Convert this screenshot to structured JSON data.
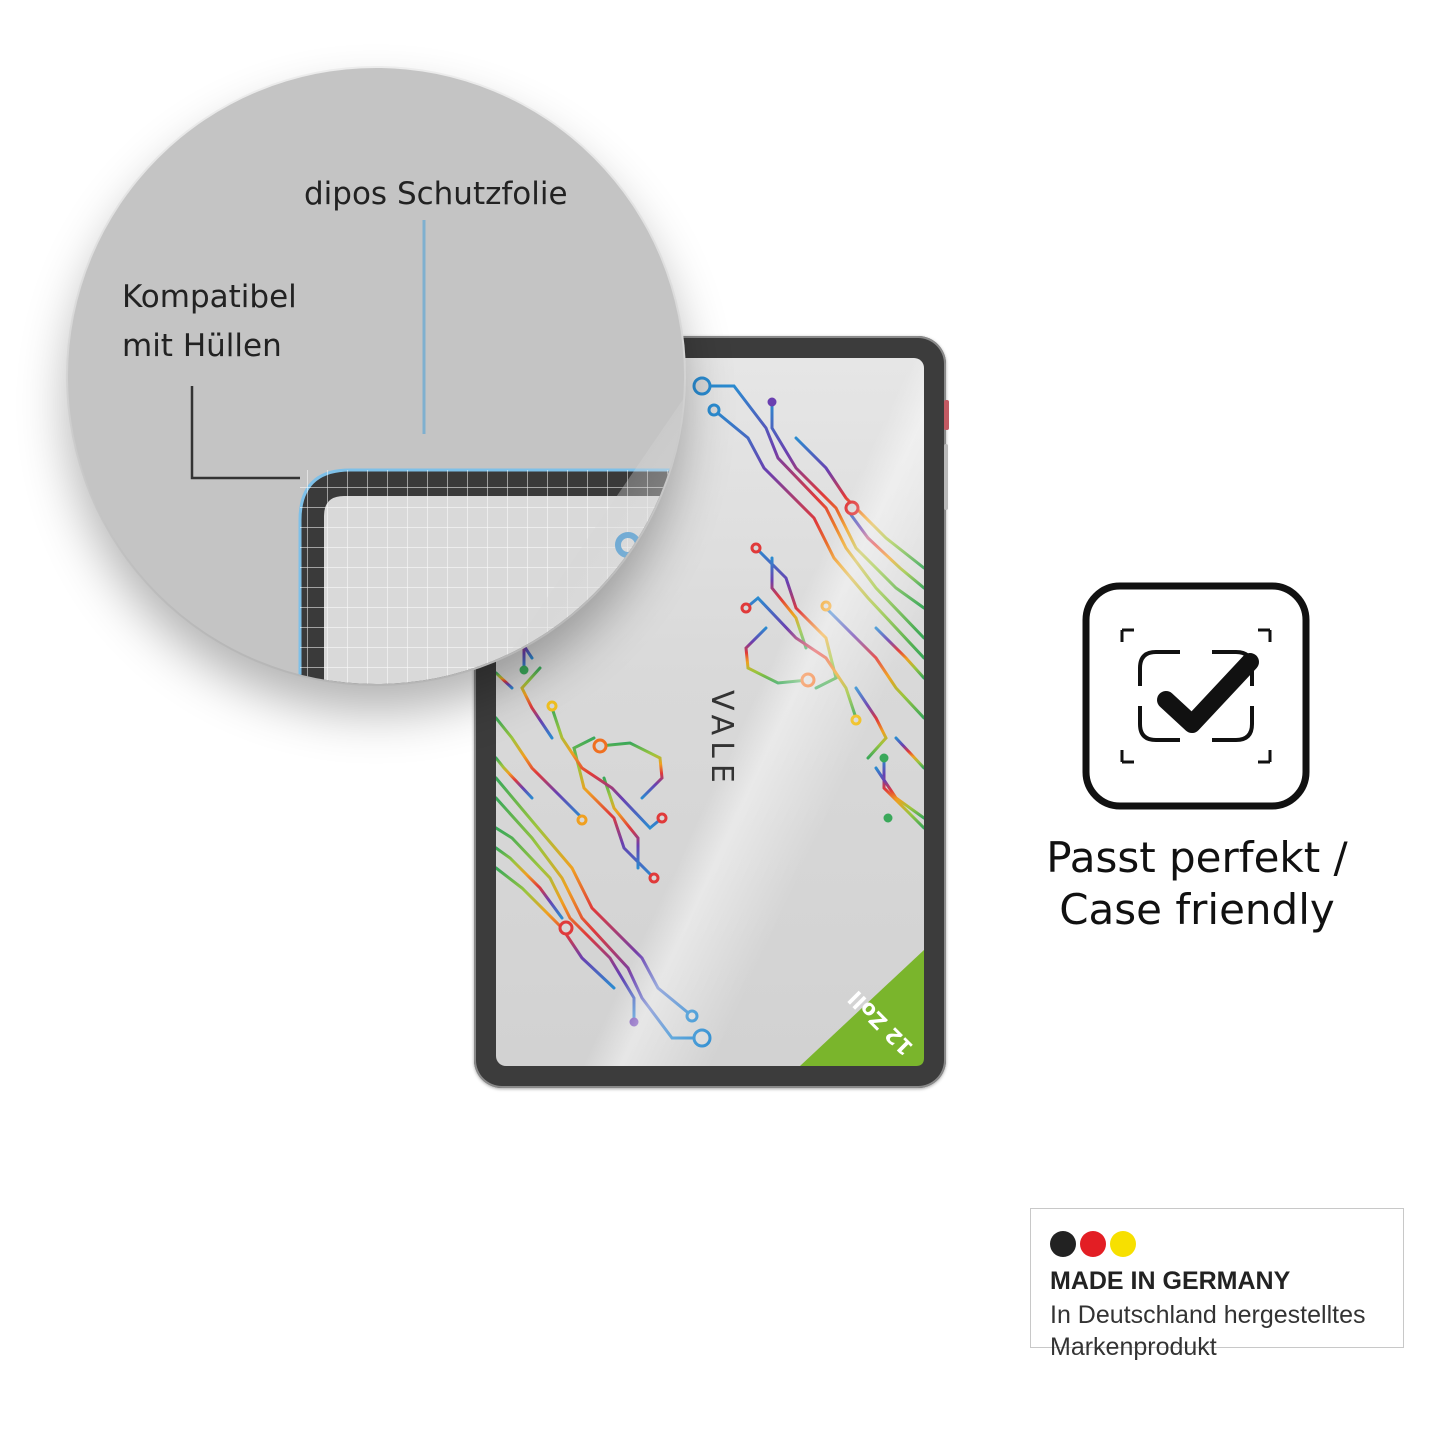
{
  "zoom": {
    "title": "dipos Schutzfolie",
    "subtitle_line1": "Kompatibel",
    "subtitle_line2": "mit Hüllen"
  },
  "tablet": {
    "logo": "VALE",
    "size_badge": "12 Zoll",
    "size_badge_color": "#7ab52c"
  },
  "feature": {
    "icon": "case-fit-check-icon",
    "caption_line1": "Passt perfekt /",
    "caption_line2": "Case friendly"
  },
  "badge": {
    "title": "MADE IN GERMANY",
    "line1": "In Deutschland hergestelltes",
    "line2": "Markenprodukt",
    "dot_colors": [
      "#222222",
      "#e31e24",
      "#f7e000"
    ]
  },
  "colors": {
    "circle_bg": "#c4c4c4",
    "accent_line": "#7fb0cf",
    "tablet_frame": "#3c3c3c"
  }
}
